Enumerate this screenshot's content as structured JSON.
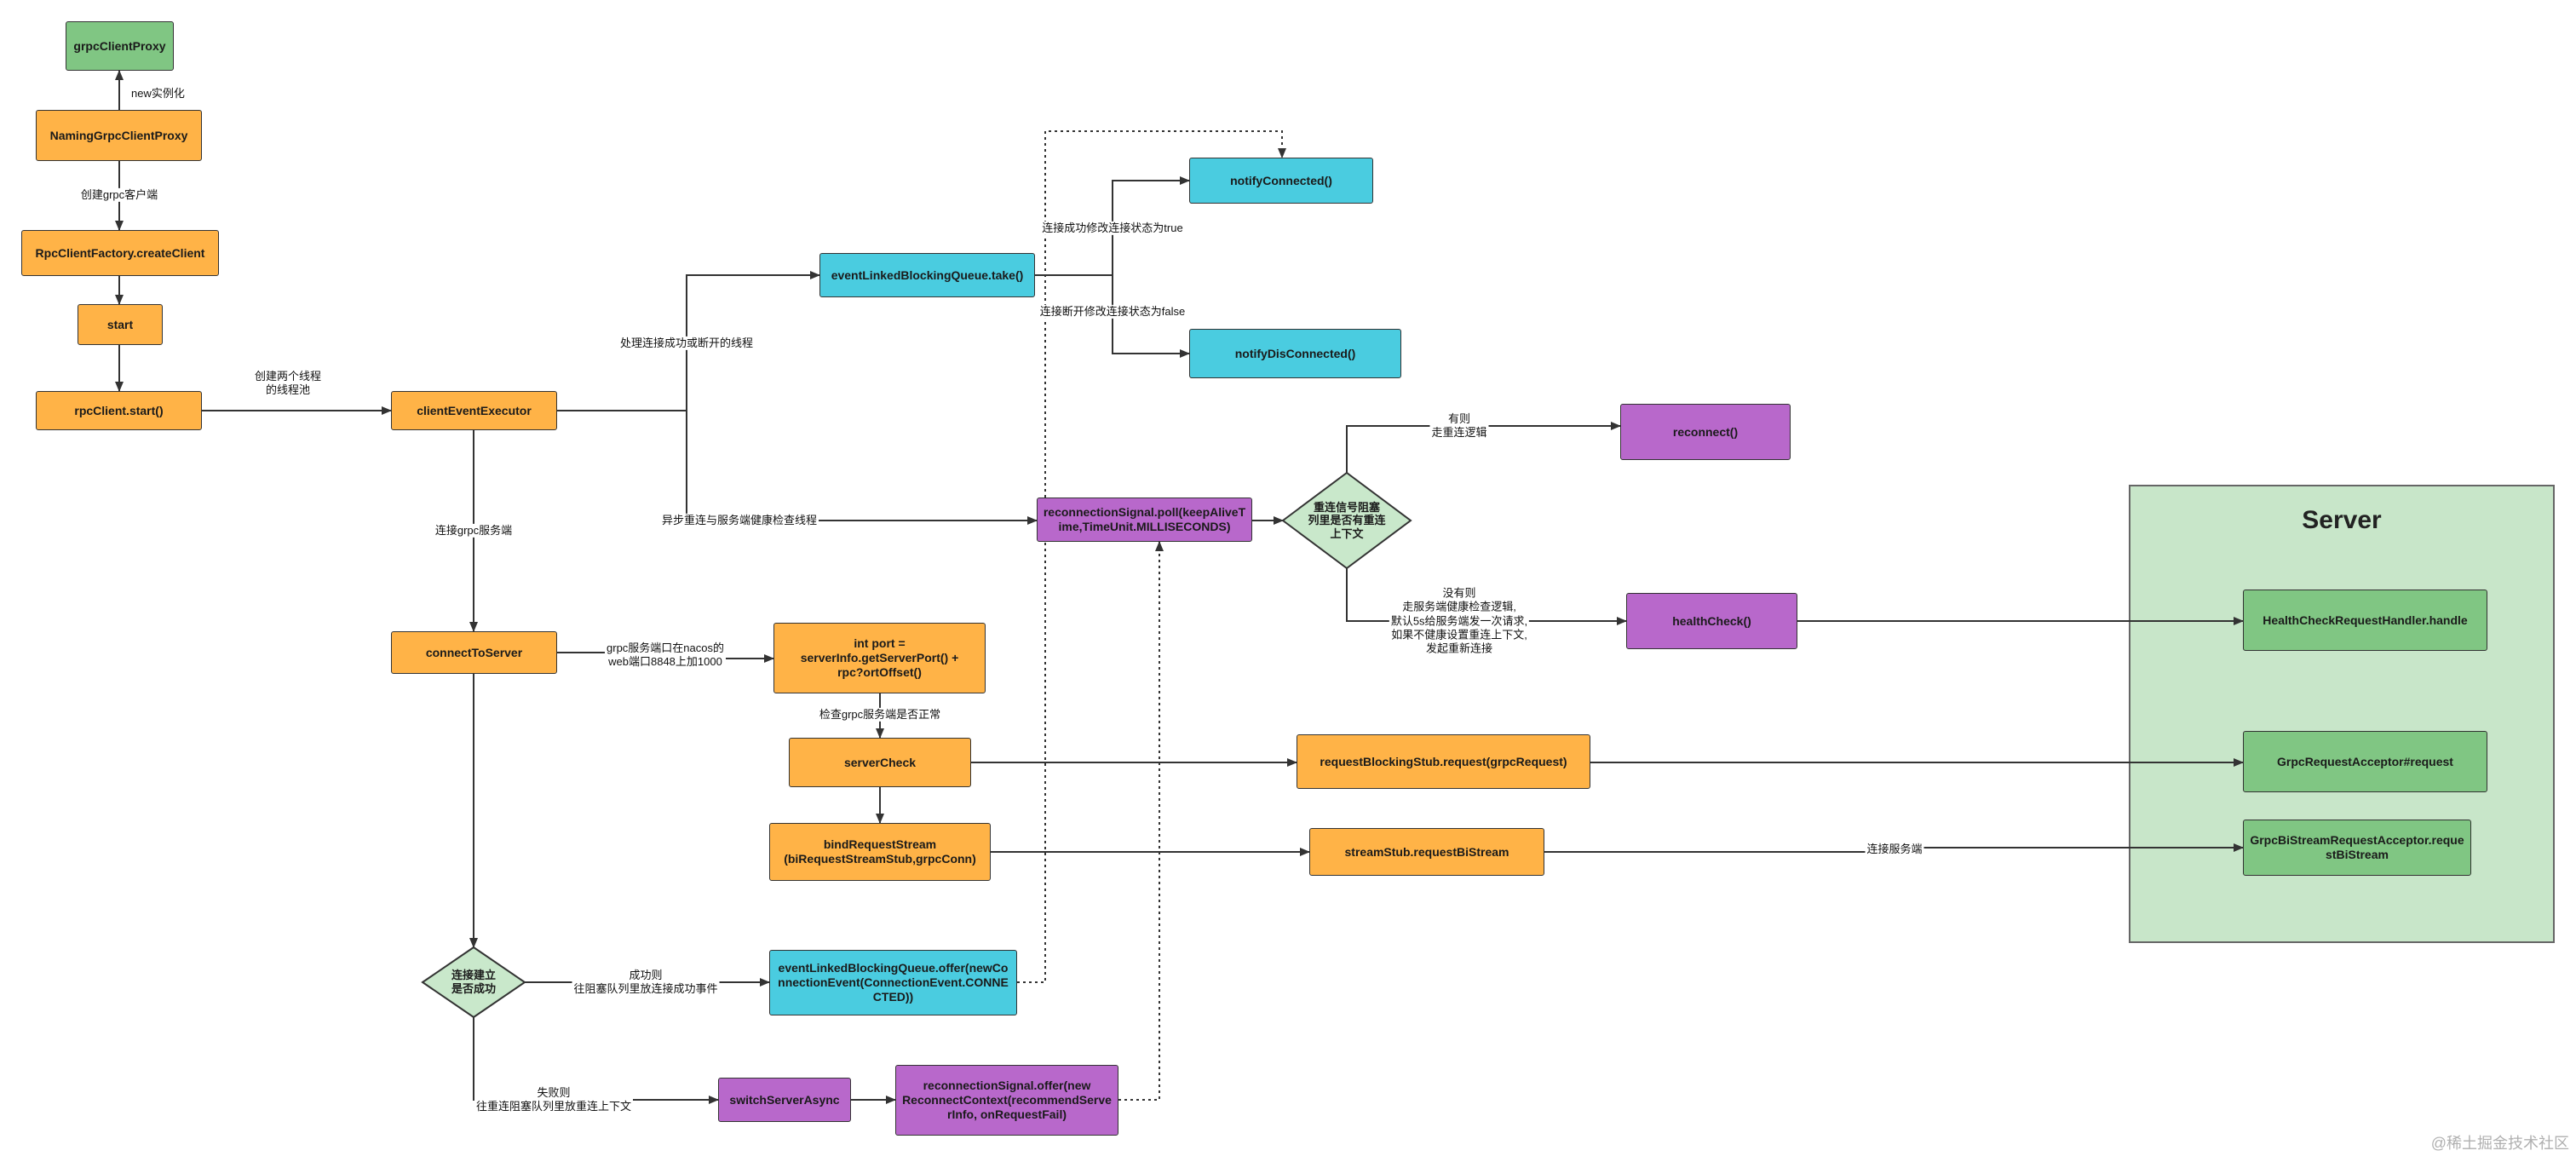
{
  "nodes": {
    "grpc_client_proxy": "grpcClientProxy",
    "naming_grpc_client_proxy": "NamingGrpcClientProxy",
    "rpc_client_factory": "RpcClientFactory.createClient",
    "start": "start",
    "rpc_client_start": "rpcClient.start()",
    "client_event_executor": "clientEventExecutor",
    "connect_to_server": "connectToServer",
    "int_port": "int port =\nserverInfo.getServerPort() +\nrpc?ortOffset()",
    "server_check": "serverCheck",
    "bind_request_stream": "bindRequestStream\n(biRequestStreamStub,grpcConn)",
    "connection_decision": "连接建立\n是否成功",
    "queue_offer": "eventLinkedBlockingQueue.offer(newConnectionEvent(ConnectionEvent.CONNECTED))",
    "switch_server_async": "switchServerAsync",
    "reconnection_offer": "reconnectionSignal.offer(new ReconnectContext(recommendServerInfo, onRequestFail)",
    "queue_take": "eventLinkedBlockingQueue.take()",
    "notify_connected": "notifyConnected()",
    "notify_disconnected": "notifyDisConnected()",
    "reconnection_poll": "reconnectionSignal.poll(keepAliveTime,TimeUnit.MILLISECONDS)",
    "reconnect_decision": "重连信号阻塞\n列里是否有重连\n上下文",
    "reconnect": "reconnect()",
    "health_check": "healthCheck()",
    "request_blocking_stub": "requestBlockingStub.request(grpcRequest)",
    "stream_stub": "streamStub.requestBiStream"
  },
  "server": {
    "title": "Server",
    "health_check_handler": "HealthCheckRequestHandler.handle",
    "grpc_request_acceptor": "GrpcRequestAcceptor#request",
    "grpc_bistream_acceptor": "GrpcBiStreamRequestAcceptor.requestBiStream"
  },
  "edge_labels": {
    "new_instance": "new实例化",
    "create_grpc_client": "创建grpc客户端",
    "create_thread_pool": "创建两个线程\n的线程池",
    "event_thread": "处理连接成功或断开的线程",
    "reconnect_thread": "异步重连与服务端健康检查线程",
    "connect_grpc_server": "连接grpc服务端",
    "port_offset": "grpc服务端口在nacos的\nweb端口8848上加1000",
    "check_server": "检查grpc服务端是否正常",
    "connected_true": "连接成功修改连接状态为true",
    "disconnected_false": "连接断开修改连接状态为false",
    "has_context": "有则\n走重连逻辑",
    "no_context": "没有则\n走服务端健康检查逻辑,\n默认5s给服务端发一次请求,\n如果不健康设置重连上下文,\n发起重新连接",
    "success": "成功则\n往阻塞队列里放连接成功事件",
    "failure": "失败则\n往重连阻塞队列里放重连上下文",
    "connect_server": "连接服务端"
  },
  "watermark": "@稀土掘金技术社区",
  "colors": {
    "orange": "#FFB347",
    "green": "#80C683",
    "cyan": "#4ACCE0",
    "purple": "#B868CB",
    "decision_fill": "#C9E8CB",
    "server_fill": "#C8E6C9",
    "line": "#333333"
  }
}
